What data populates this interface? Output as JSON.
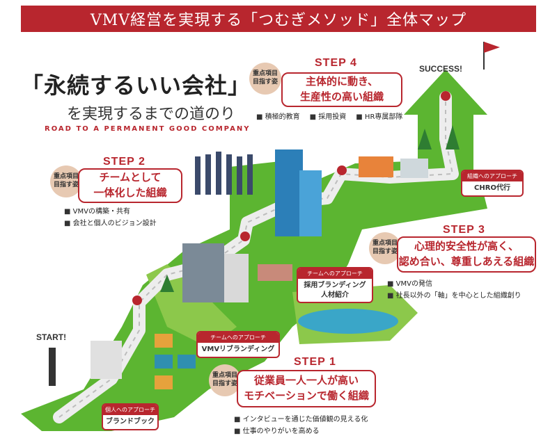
{
  "header": {
    "title": "VMV経営を実現する「つむぎメソッド」全体マップ"
  },
  "hero": {
    "main_title": "「永続するいい会社」",
    "subtitle": "を実現するまでの道のり",
    "english": "ROAD TO A PERMANENT GOOD COMPANY"
  },
  "badge": {
    "line1": "重点項目",
    "line2": "目指す姿"
  },
  "start_label": "START!",
  "success_label": "SUCCESS!",
  "steps": [
    {
      "label": "STEP 1",
      "goal_line1": "従業員一人一人が高い",
      "goal_line2": "モチベーションで働く組織",
      "bullets": [
        "インタビューを通じた価値観の見える化",
        "仕事のやりがいを高める"
      ]
    },
    {
      "label": "STEP 2",
      "goal_line1": "チームとして",
      "goal_line2": "一体化した組織",
      "bullets": [
        "VMVの構築・共有",
        "会社と個人のビジョン設計"
      ]
    },
    {
      "label": "STEP 3",
      "goal_line1": "心理的安全性が高く、",
      "goal_line2": "認め合い、尊重しあえる組織",
      "bullets": [
        "VMVの発信",
        "社長以外の「軸」を中心とした組織創り"
      ]
    },
    {
      "label": "STEP 4",
      "goal_line1": "主体的に動き、",
      "goal_line2": "生産性の高い組織",
      "bullets": [
        "積極的教育",
        "採用投資",
        "HR専属部隊"
      ]
    }
  ],
  "approaches": [
    {
      "head": "個人へのアプローチ",
      "body_line1": "ブランドブック",
      "body_line2": ""
    },
    {
      "head": "チームへのアプローチ",
      "body_line1": "VMVリブランディング",
      "body_line2": ""
    },
    {
      "head": "チームへのアプローチ",
      "body_line1": "採用ブランディング",
      "body_line2": "人材紹介"
    },
    {
      "head": "組織へのアプローチ",
      "body_line1": "CHRO代行",
      "body_line2": ""
    }
  ],
  "colors": {
    "brand_red": "#b8262e",
    "road_green": "#5cb531",
    "grass_green": "#8cc84b",
    "road_gray": "#ededed"
  }
}
